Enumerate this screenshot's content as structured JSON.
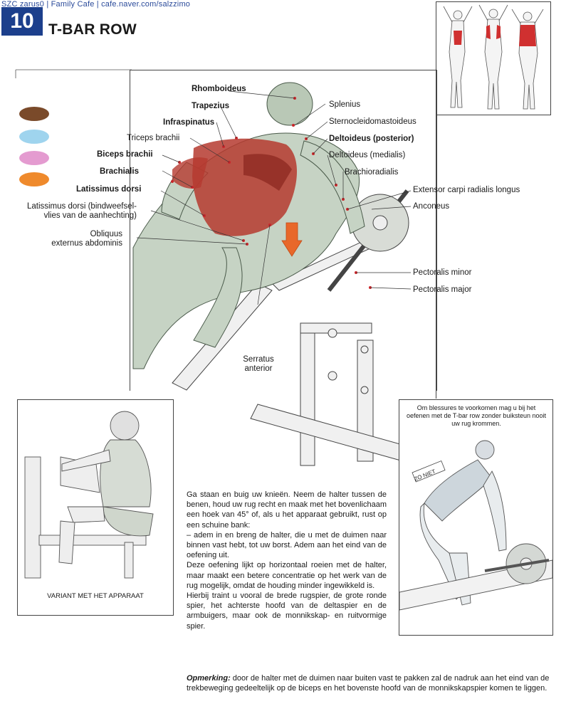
{
  "watermark": "SZC zarus0 | Family Cafe  |  cafe.naver.com/salzzimo",
  "chapter_number": "10",
  "title": "T-BAR ROW",
  "legend_colors": [
    "#7a4a2a",
    "#9fd4ee",
    "#e49bd0",
    "#ef8a2c"
  ],
  "labels_left": {
    "rhomboideus": "Rhomboideus",
    "trapezius": "Trapezius",
    "infraspinatus": "Infraspinatus",
    "triceps": "Triceps brachii",
    "biceps": "Biceps brachii",
    "brachialis": "Brachialis",
    "latissimus": "Latissimus dorsi",
    "latissimus_tendon_1": "Latissimus dorsi (bindweefsel-",
    "latissimus_tendon_2": "vlies van de aanhechting)",
    "obliquus_1": "Obliquus",
    "obliquus_2": "externus abdominis"
  },
  "labels_right": {
    "splenius": "Splenius",
    "sternocleido": "Sternocleidomastoideus",
    "deltoid_posterior": "Deltoideus (posterior)",
    "deltoid_medial": "Deltoideus (medialis)",
    "brachioradialis": "Brachioradialis",
    "extensor": "Extensor carpi radialis longus",
    "anconeus": "Anconeus",
    "pect_minor": "Pectoralis minor",
    "pect_major": "Pectoralis major"
  },
  "serratus_1": "Serratus",
  "serratus_2": "anterior",
  "variant_caption": "VARIANT MET HET APPARAAT",
  "injury_note": "Om blessures te voorkomen mag u bij het oefenen met de T-bar row zonder buiksteun nooit uw rug krommen.",
  "injury_tag": "ZO NIET",
  "body_paragraphs": [
    "Ga staan en buig uw knieën. Neem de halter tussen de benen, houd uw rug recht en maak met het bovenlichaam een hoek van 45° of, als u het apparaat gebruikt, rust op een schuine bank:",
    "– adem in en breng de halter, die u met de duimen naar binnen vast hebt, tot uw borst. Adem aan het eind van de oefening uit.",
    "Deze oefening lijkt op horizontaal roeien met de halter, maar maakt een betere concentratie op het werk van de rug mogelijk, omdat de houding minder ingewikkeld is.",
    "Hierbij traint u vooral de brede rugspier, de grote ronde spier, het achterste hoofd van de deltaspier en de armbuigers, maar ook de monnikskap- en ruitvormige spier."
  ],
  "note_label": "Opmerking:",
  "note_text": " door de halter met de duimen naar buiten vast te pakken zal de nadruk aan het eind van de trekbeweging gedeeltelijk op de biceps en het bovenste hoofd van de monnikskapspier komen te liggen."
}
